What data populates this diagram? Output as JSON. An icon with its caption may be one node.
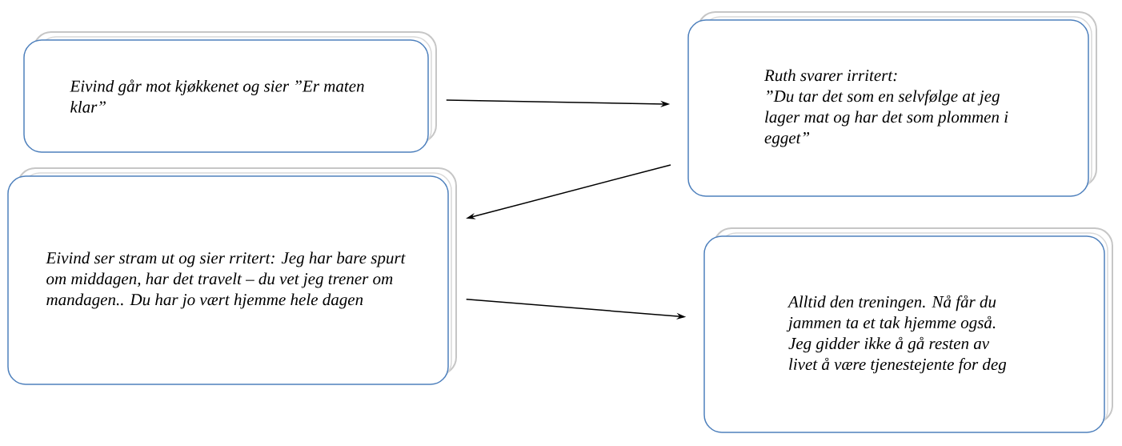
{
  "diagram": {
    "nodes": [
      {
        "text": [
          "Eivind går mot kjøkkenet og sier ”Er maten klar”"
        ]
      },
      {
        "text": [
          "Ruth svarer irritert:",
          "”Du tar det som en selvfølge at jeg lager mat og har det som plommen i egget”"
        ]
      },
      {
        "text": [
          "Eivind ser stram ut og sier rritert: Jeg har bare spurt om middagen, har det travelt – du vet jeg trener om mandagen.. Du har jo vært hjemme hele dagen"
        ]
      },
      {
        "text": [
          "Alltid den treningen. Nå får du jammen ta et tak hjemme også. Jeg gidder ikke å gå resten av livet å være tjenestejente for deg"
        ]
      }
    ],
    "edges": [
      {
        "from": 0,
        "to": 1,
        "arrow": "to"
      },
      {
        "from": 1,
        "to": 2,
        "arrow": "to"
      },
      {
        "from": 2,
        "to": 3,
        "arrow": "to"
      }
    ]
  }
}
